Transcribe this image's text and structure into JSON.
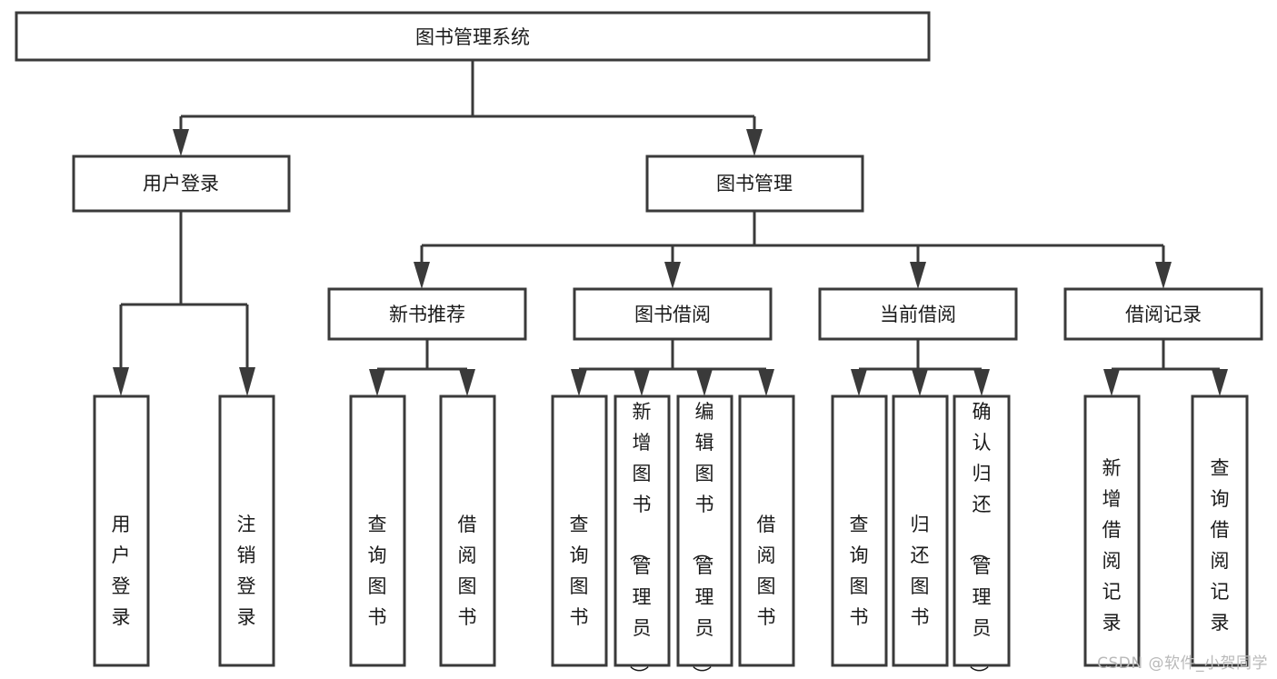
{
  "diagram": {
    "type": "tree-hierarchy-flowchart",
    "title": "图书管理系统",
    "orientation": "top-down",
    "levels": 4,
    "nodes": {
      "root": {
        "label": "图书管理系统",
        "level": 0
      },
      "user_login": {
        "label": "用户登录",
        "level": 1
      },
      "book_manage": {
        "label": "图书管理",
        "level": 1
      },
      "new_book_rec": {
        "label": "新书推荐",
        "level": 2
      },
      "book_borrow": {
        "label": "图书借阅",
        "level": 2
      },
      "current_borrow": {
        "label": "当前借阅",
        "level": 2
      },
      "borrow_record": {
        "label": "借阅记录",
        "level": 2
      },
      "leaf_user_login": {
        "label": "用户登录",
        "level": 3
      },
      "leaf_logout": {
        "label": "注销登录",
        "level": 3
      },
      "leaf_query_book_1": {
        "label": "查询图书",
        "level": 3
      },
      "leaf_borrow_book_1": {
        "label": "借阅图书",
        "level": 3
      },
      "leaf_query_book_2": {
        "label": "查询图书",
        "level": 3
      },
      "leaf_add_book": {
        "label": "新增图书（管理员）",
        "level": 3
      },
      "leaf_edit_book": {
        "label": "编辑图书（管理员）",
        "level": 3
      },
      "leaf_borrow_book_2": {
        "label": "借阅图书",
        "level": 3
      },
      "leaf_query_book_3": {
        "label": "查询图书",
        "level": 3
      },
      "leaf_return_book": {
        "label": "归还图书",
        "level": 3
      },
      "leaf_confirm_return": {
        "label": "确认归还（管理员）",
        "level": 3
      },
      "leaf_add_record": {
        "label": "新增借阅记录",
        "level": 3
      },
      "leaf_query_record": {
        "label": "查询借阅记录",
        "level": 3
      }
    },
    "edges": [
      {
        "from": "root",
        "to": "user_login"
      },
      {
        "from": "root",
        "to": "book_manage"
      },
      {
        "from": "user_login",
        "to": "leaf_user_login"
      },
      {
        "from": "user_login",
        "to": "leaf_logout"
      },
      {
        "from": "book_manage",
        "to": "new_book_rec"
      },
      {
        "from": "book_manage",
        "to": "book_borrow"
      },
      {
        "from": "book_manage",
        "to": "current_borrow"
      },
      {
        "from": "book_manage",
        "to": "borrow_record"
      },
      {
        "from": "new_book_rec",
        "to": "leaf_query_book_1"
      },
      {
        "from": "new_book_rec",
        "to": "leaf_borrow_book_1"
      },
      {
        "from": "book_borrow",
        "to": "leaf_query_book_2"
      },
      {
        "from": "book_borrow",
        "to": "leaf_add_book"
      },
      {
        "from": "book_borrow",
        "to": "leaf_edit_book"
      },
      {
        "from": "book_borrow",
        "to": "leaf_borrow_book_2"
      },
      {
        "from": "current_borrow",
        "to": "leaf_query_book_3"
      },
      {
        "from": "current_borrow",
        "to": "leaf_return_book"
      },
      {
        "from": "current_borrow",
        "to": "leaf_confirm_return"
      },
      {
        "from": "borrow_record",
        "to": "leaf_add_record"
      },
      {
        "from": "borrow_record",
        "to": "leaf_query_record"
      }
    ],
    "colors": {
      "box_fill": "#ffffff",
      "box_stroke": "#3a3a3a",
      "text": "#1a1a1a",
      "background": "#ffffff",
      "watermark": "#b9b9b9"
    }
  },
  "watermark": {
    "text": "CSDN @软件_小贺同学"
  }
}
